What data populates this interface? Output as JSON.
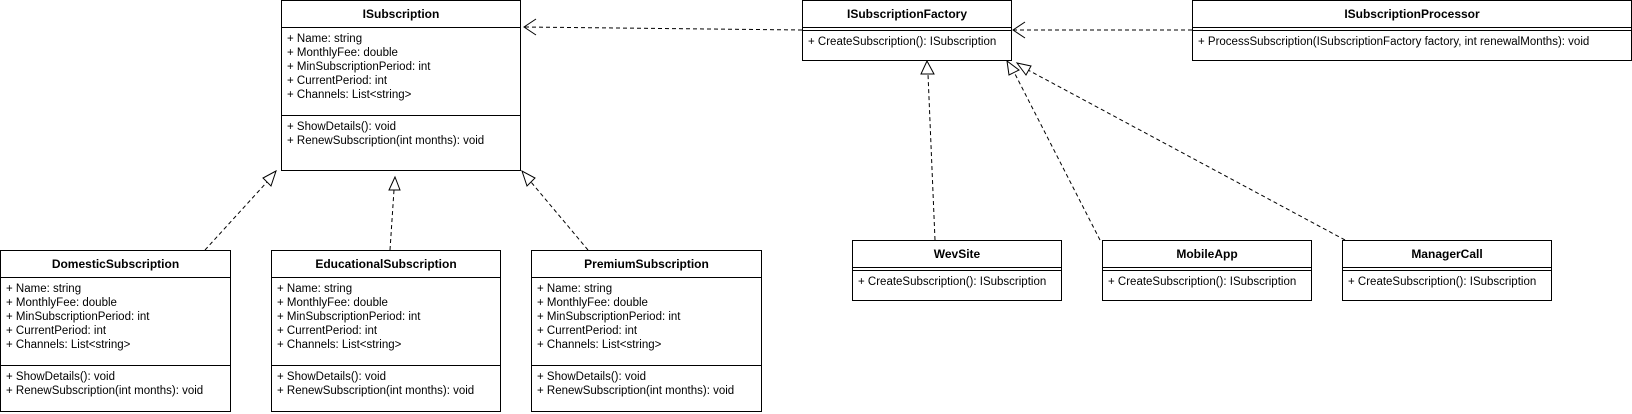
{
  "classes": [
    {
      "id": "isubscription",
      "name": "ISubscription",
      "attributes": [
        "+ Name: string",
        "+ MonthlyFee: double",
        "+ MinSubscriptionPeriod: int",
        "+ CurrentPeriod: int",
        "+ Channels: List<string>"
      ],
      "methods": [
        "+ ShowDetails(): void",
        "+ RenewSubscription(int months): void"
      ]
    },
    {
      "id": "isubscriptionfactory",
      "name": "ISubscriptionFactory",
      "attributes": [],
      "methods": [
        "+ CreateSubscription(): ISubscription"
      ]
    },
    {
      "id": "isubscriptionprocessor",
      "name": "ISubscriptionProcessor",
      "attributes": [],
      "methods": [
        "+ ProcessSubscription(ISubscriptionFactory factory, int renewalMonths): void"
      ]
    },
    {
      "id": "domesticsubscription",
      "name": "DomesticSubscription",
      "attributes": [
        "+ Name: string",
        "+ MonthlyFee: double",
        "+ MinSubscriptionPeriod: int",
        "+ CurrentPeriod: int",
        "+ Channels: List<string>"
      ],
      "methods": [
        "+ ShowDetails(): void",
        "+ RenewSubscription(int months): void"
      ]
    },
    {
      "id": "educationalsubscription",
      "name": "EducationalSubscription",
      "attributes": [
        "+ Name: string",
        "+ MonthlyFee: double",
        "+ MinSubscriptionPeriod: int",
        "+ CurrentPeriod: int",
        "+ Channels: List<string>"
      ],
      "methods": [
        "+ ShowDetails(): void",
        "+ RenewSubscription(int months): void"
      ]
    },
    {
      "id": "premiumsubscription",
      "name": "PremiumSubscription",
      "attributes": [
        "+ Name: string",
        "+ MonthlyFee: double",
        "+ MinSubscriptionPeriod: int",
        "+ CurrentPeriod: int",
        "+ Channels: List<string>"
      ],
      "methods": [
        "+ ShowDetails(): void",
        "+ RenewSubscription(int months): void"
      ]
    },
    {
      "id": "wevsite",
      "name": "WevSite",
      "attributes": [],
      "methods": [
        "+ CreateSubscription(): ISubscription"
      ]
    },
    {
      "id": "mobileapp",
      "name": "MobileApp",
      "attributes": [],
      "methods": [
        "+ CreateSubscription(): ISubscription"
      ]
    },
    {
      "id": "managercall",
      "name": "ManagerCall",
      "attributes": [],
      "methods": [
        "+ CreateSubscription(): ISubscription"
      ]
    }
  ],
  "relations": [
    {
      "type": "dependency",
      "from": "isubscriptionfactory",
      "to": "isubscription"
    },
    {
      "type": "dependency",
      "from": "isubscriptionprocessor",
      "to": "isubscriptionfactory"
    },
    {
      "type": "realization",
      "from": "domesticsubscription",
      "to": "isubscription"
    },
    {
      "type": "realization",
      "from": "educationalsubscription",
      "to": "isubscription"
    },
    {
      "type": "realization",
      "from": "premiumsubscription",
      "to": "isubscription"
    },
    {
      "type": "realization",
      "from": "wevsite",
      "to": "isubscriptionfactory"
    },
    {
      "type": "realization",
      "from": "mobileapp",
      "to": "isubscriptionfactory"
    },
    {
      "type": "realization",
      "from": "managercall",
      "to": "isubscriptionfactory"
    }
  ]
}
